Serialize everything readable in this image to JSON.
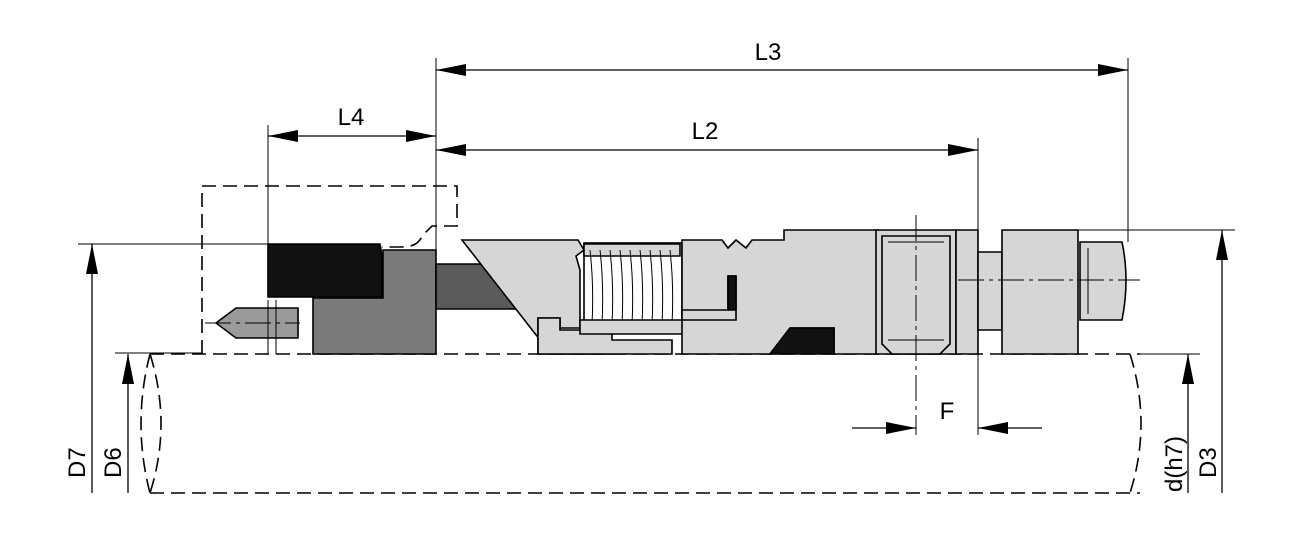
{
  "labels": {
    "L3": "L3",
    "L4": "L4",
    "L2": "L2",
    "F": "F",
    "D7": "D7",
    "D6": "D6",
    "d_h7": "d(h7)",
    "D3": "D3"
  },
  "colors": {
    "background": "#ffffff",
    "line": "#000000",
    "light_gray": "#d6d6d6",
    "mid_gray": "#7a7a7a",
    "dark_gray": "#5a5a5a",
    "black": "#111111"
  }
}
